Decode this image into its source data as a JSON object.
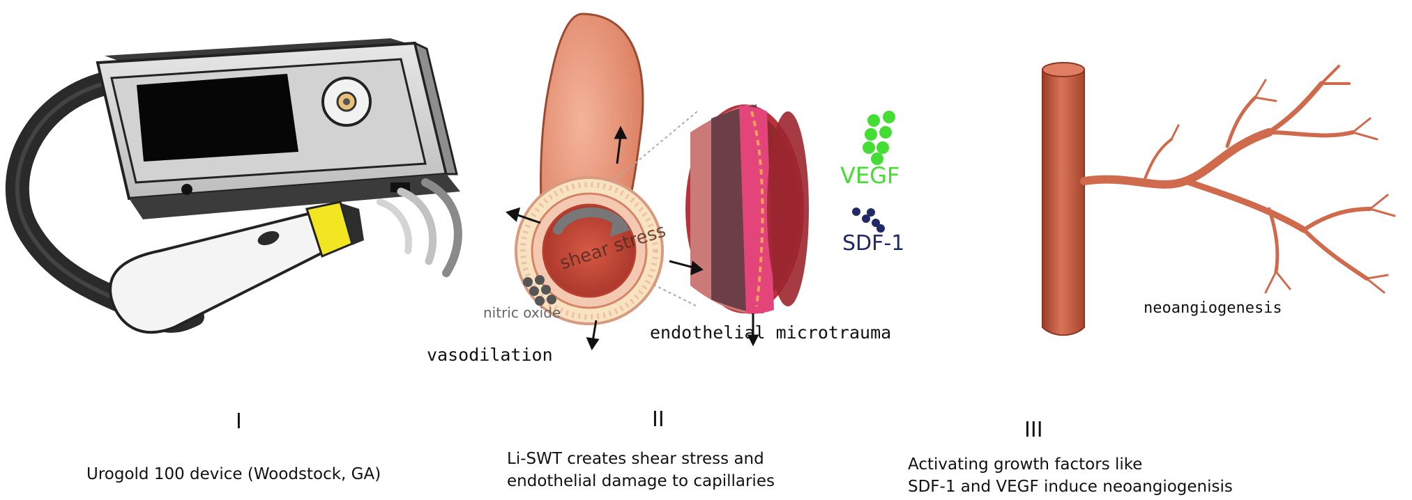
{
  "panel1": {
    "numeral": "I",
    "caption": "Urogold 100 device (Woodstock, GA)"
  },
  "panel2": {
    "numeral": "II",
    "caption_line1": "Li-SWT creates shear stress and",
    "caption_line2": "endothelial damage to capillaries",
    "shear_label": "shear stress",
    "nitric_label": "nitric oxide",
    "vasodilation_label": "vasodilation",
    "microtrauma_label": "endothelial microtrauma",
    "vegf_label": "VEGF",
    "sdf_label": "SDF-1"
  },
  "panel3": {
    "numeral": "III",
    "caption_line1": "Activating growth factors like",
    "caption_line2": "SDF-1 and VEGF induce neoangiogenisis",
    "vessel_label": "neoangiogenesis"
  },
  "colors": {
    "vegf": "#44dd33",
    "sdf": "#1f2a66",
    "vessel": "#c4573a",
    "branch": "#cf6a4c"
  }
}
